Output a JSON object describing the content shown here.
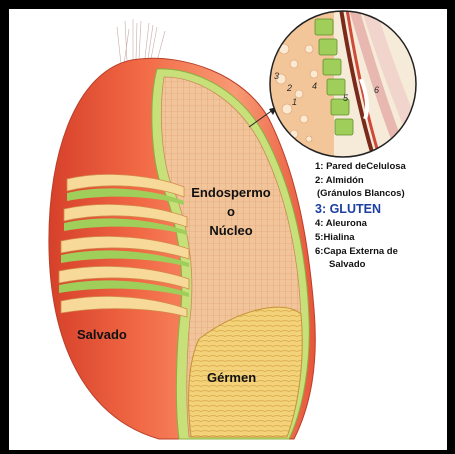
{
  "labels": {
    "endospermo": "Endospermo",
    "o": "o",
    "nucleo": "Núcleo",
    "salvado": "Salvado",
    "germen": "Gérmen"
  },
  "legend": {
    "item1": "1: Pared deCelulosa",
    "item2": "2: Almidón",
    "item2_sub": "(Gránulos Blancos)",
    "item3": "3:  GLUTEN",
    "item4": "4: Aleurona",
    "item5": "5:Hialina",
    "item6": "6:Capa Externa de",
    "item6_sub": "Salvado"
  },
  "inset_numbers": [
    "1",
    "2",
    "3",
    "4",
    "5",
    "6"
  ],
  "colors": {
    "bran": "#e8553a",
    "bran_light": "#f7a07a",
    "endosperm": "#f2c49a",
    "germ": "#f3d27a",
    "aleurone": "#9fcf5a",
    "gluten": "#1c3fa0",
    "frame": "#000000"
  }
}
